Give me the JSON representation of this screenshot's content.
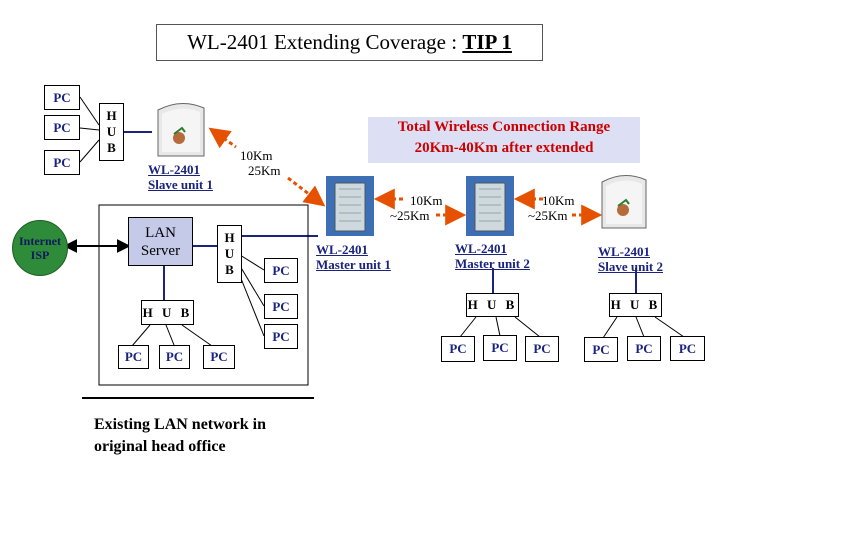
{
  "title": {
    "text": "WL-2401 Extending Coverage : ",
    "tip": "TIP 1"
  },
  "range": {
    "line1": "Total Wireless Connection Range",
    "line2": "20Km-40Km after extended"
  },
  "pc_label": "PC",
  "hub_label": "H U B",
  "hub_letters": [
    "H",
    "U",
    "B"
  ],
  "internet": {
    "line1": "Internet",
    "line2": "ISP"
  },
  "lan_server": {
    "line1": "LAN",
    "line2": "Server"
  },
  "devices": {
    "slave1": {
      "model": "WL-2401",
      "role": "Slave unit 1"
    },
    "master1": {
      "model": "WL-2401",
      "role": "Master unit 1"
    },
    "master2": {
      "model": "WL-2401",
      "role": "Master unit 2"
    },
    "slave2": {
      "model": "WL-2401",
      "role": "Slave unit 2"
    }
  },
  "links": {
    "slave_master": {
      "a": "10Km",
      "b": "25Km"
    },
    "master1_master2": {
      "a": "10Km",
      "b": "~25Km"
    },
    "master2_slave2": {
      "a": "10Km",
      "b": "~25Km"
    }
  },
  "caption": {
    "line1": "Existing LAN network in",
    "line2": "original head office"
  },
  "colors": {
    "red": "#cc0000",
    "navy": "#1a237e",
    "line_blue": "#1a237e",
    "arrow": "#e65100",
    "hub_green": "#2e7d32",
    "server_fill": "#c5cae9"
  }
}
